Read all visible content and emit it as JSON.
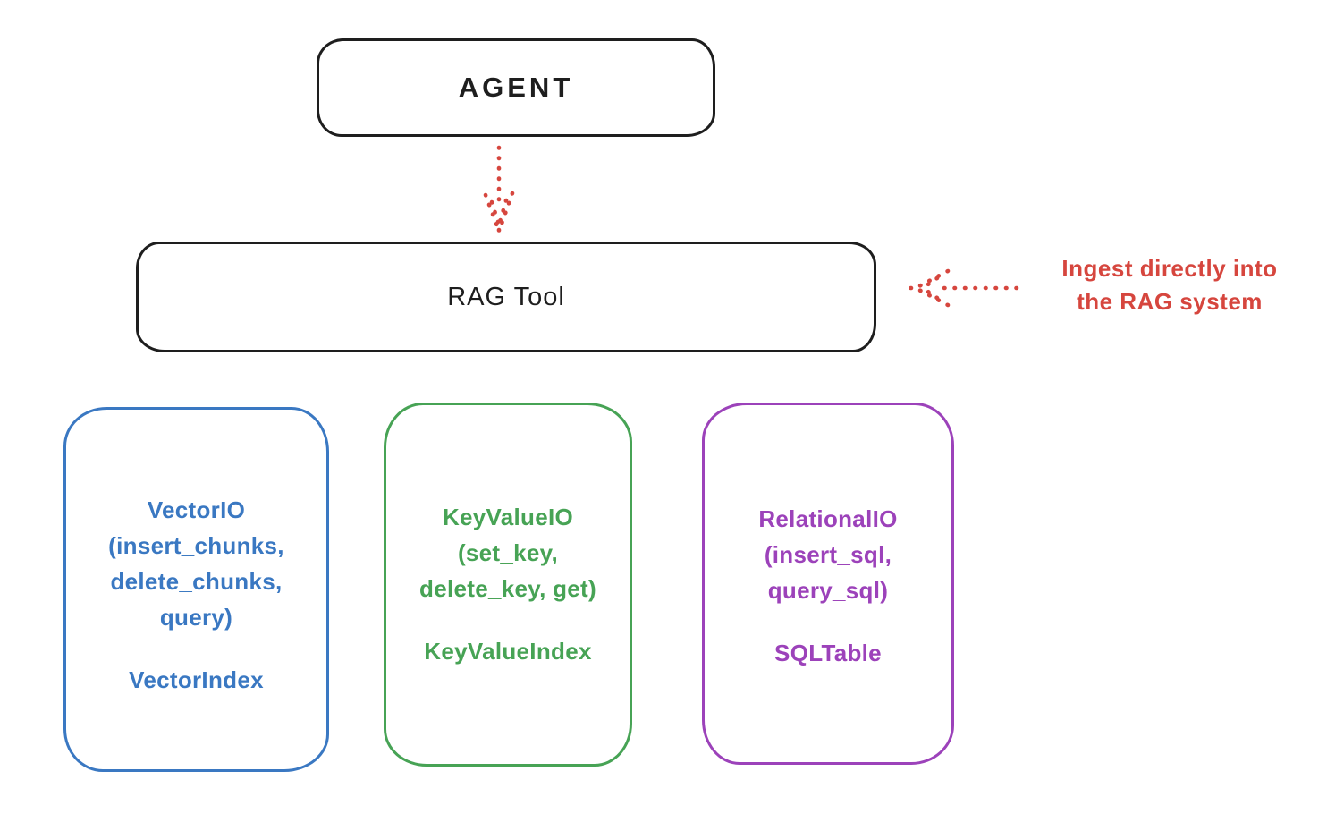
{
  "canvas": {
    "background": "#ffffff",
    "ink_color": "#1e1e1e"
  },
  "agent": {
    "label": "AGENT"
  },
  "rag_tool": {
    "label": "RAG Tool"
  },
  "annotation": {
    "text": "Ingest directly into\nthe RAG system",
    "color": "#d6463e"
  },
  "arrows": {
    "agent_to_rag": {
      "direction": "down",
      "style": "dotted",
      "color": "#d6463e"
    },
    "ingest": {
      "direction": "left",
      "style": "dotted",
      "color": "#d6463e"
    }
  },
  "cards": [
    {
      "id": "vector-io",
      "interface_text": "VectorIO\n(insert_chunks,\ndelete_chunks,\nquery)",
      "index_label": "VectorIndex",
      "color": "#3a78c2"
    },
    {
      "id": "keyvalue-io",
      "interface_text": "KeyValueIO\n(set_key,\ndelete_key, get)",
      "index_label": "KeyValueIndex",
      "color": "#47a355"
    },
    {
      "id": "relational-io",
      "interface_text": "RelationalIO\n(insert_sql,\nquery_sql)",
      "index_label": "SQLTable",
      "color": "#9c42ba"
    }
  ]
}
